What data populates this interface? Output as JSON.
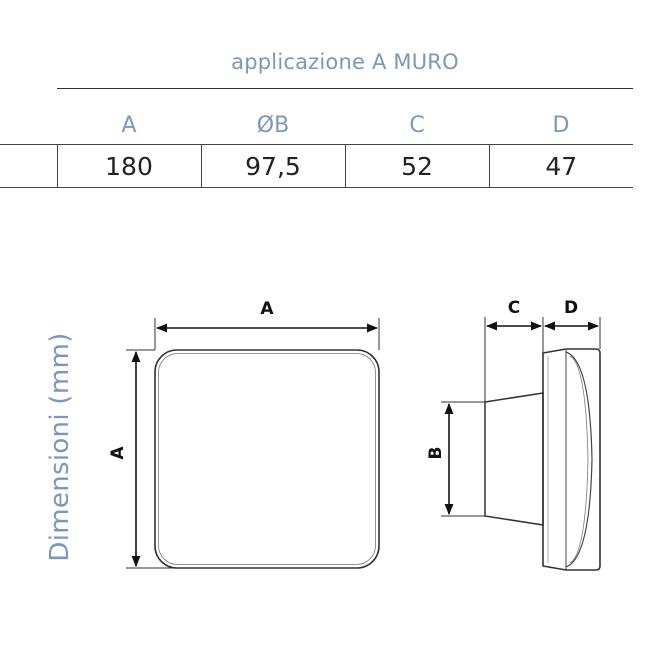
{
  "title": "applicazione A MURO",
  "side_label": "Dimensioni (mm)",
  "table": {
    "headers": [
      "A",
      "ØB",
      "C",
      "D"
    ],
    "values": [
      "180",
      "97,5",
      "52",
      "47"
    ]
  },
  "diagram": {
    "front_width_label": "A",
    "front_height_label": "A",
    "side_diameter_label": "B",
    "side_depth_c_label": "C",
    "side_depth_d_label": "D"
  },
  "colors": {
    "label_blue": "#7b97bd",
    "line": "#333333"
  }
}
